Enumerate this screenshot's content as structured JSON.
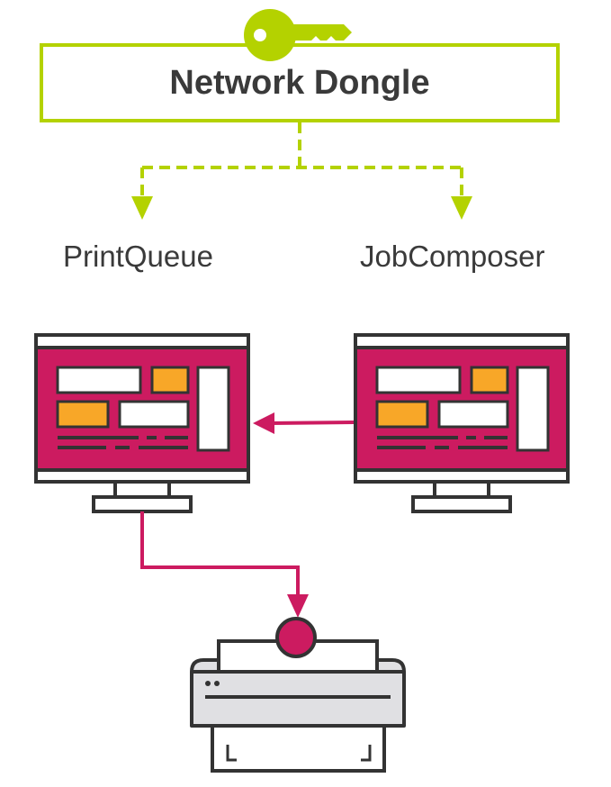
{
  "dongle": {
    "title": "Network Dongle"
  },
  "apps": {
    "left": "PrintQueue",
    "right": "JobComposer"
  },
  "colors": {
    "accent_green": "#b4d200",
    "magenta": "#cc1b60",
    "orange": "#f8a728",
    "outline": "#333333",
    "printer_body": "#e0e0e3"
  },
  "icons": {
    "dongle": "key-icon",
    "left_screen": "monitor-icon",
    "right_screen": "monitor-icon",
    "output": "printer-icon"
  }
}
